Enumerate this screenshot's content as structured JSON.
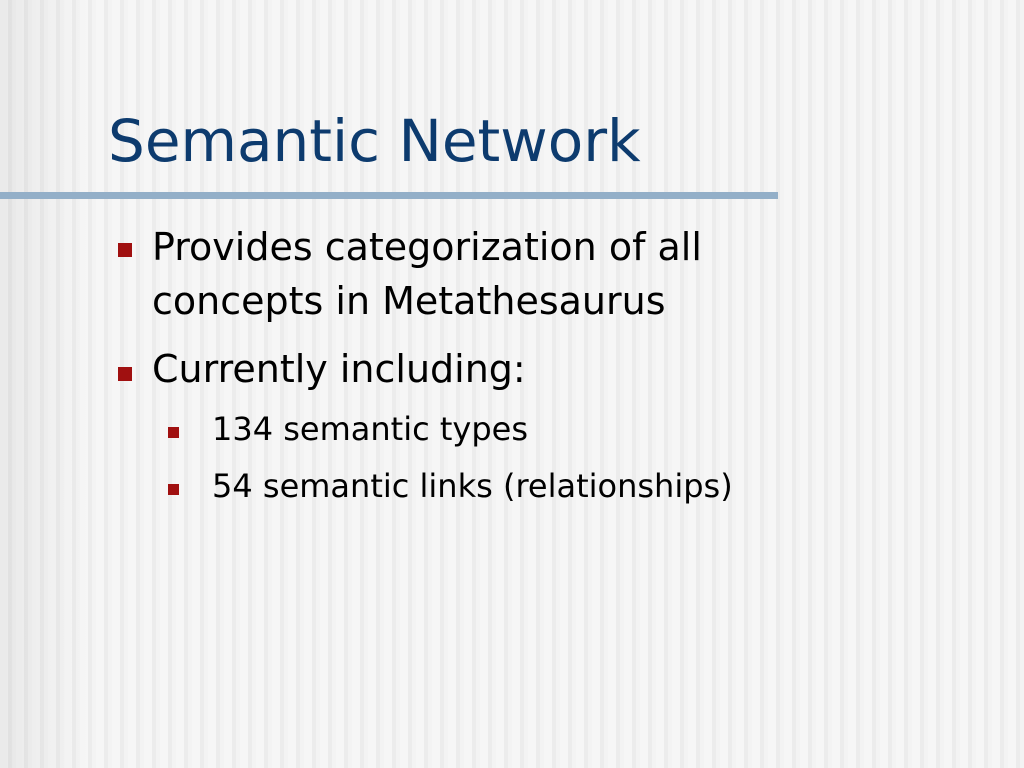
{
  "slide": {
    "title": "Semantic Network",
    "bullets": [
      {
        "lines": [
          "Provides categorization of all",
          "concepts in Metathesaurus"
        ]
      },
      {
        "lines": [
          "Currently including:"
        ],
        "sub": [
          "134 semantic types",
          "54 semantic links (relationships)"
        ]
      }
    ],
    "colors": {
      "title": "#0d3b6e",
      "rule": "#93afc8",
      "bullet_marker": "#a01010",
      "body_text": "#000000"
    }
  }
}
